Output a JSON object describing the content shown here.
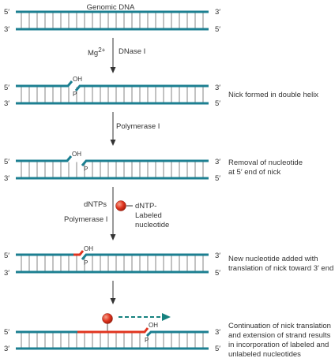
{
  "title": "Genomic DNA",
  "colors": {
    "strand": "#1c7f91",
    "rung": "#666666",
    "new_strand": "#e0341f",
    "arrow": "#333333",
    "dashed_arrow": "#16827f",
    "bead_fill": "#e0341f"
  },
  "labels": {
    "prime5": "5′",
    "prime3": "3′",
    "oh": "OH",
    "p": "P"
  },
  "step1": {
    "mg": "Mg",
    "mg_sup": "2+",
    "enzyme": "DNase I"
  },
  "step2": {
    "enzyme": "Polymerase I"
  },
  "step3": {
    "dntps": "dNTPs",
    "enzyme": "Polymerase I",
    "legend_line1": "dNTP-",
    "legend_line2": "Labeled",
    "legend_line3": "nucleotide"
  },
  "captions": {
    "row2": "Nick formed in double helix",
    "row3_line1": "Removal of nucleotide",
    "row3_line2": "at 5′ end of nick",
    "row4_line1": "New nucleotide added with",
    "row4_line2": "translation of nick toward 3′ end",
    "row5_line1": "Continuation of nick translation",
    "row5_line2": "and extension of strand results",
    "row5_line3": "in incorporation of labeled and",
    "row5_line4": "unlabeled nucleotides"
  }
}
